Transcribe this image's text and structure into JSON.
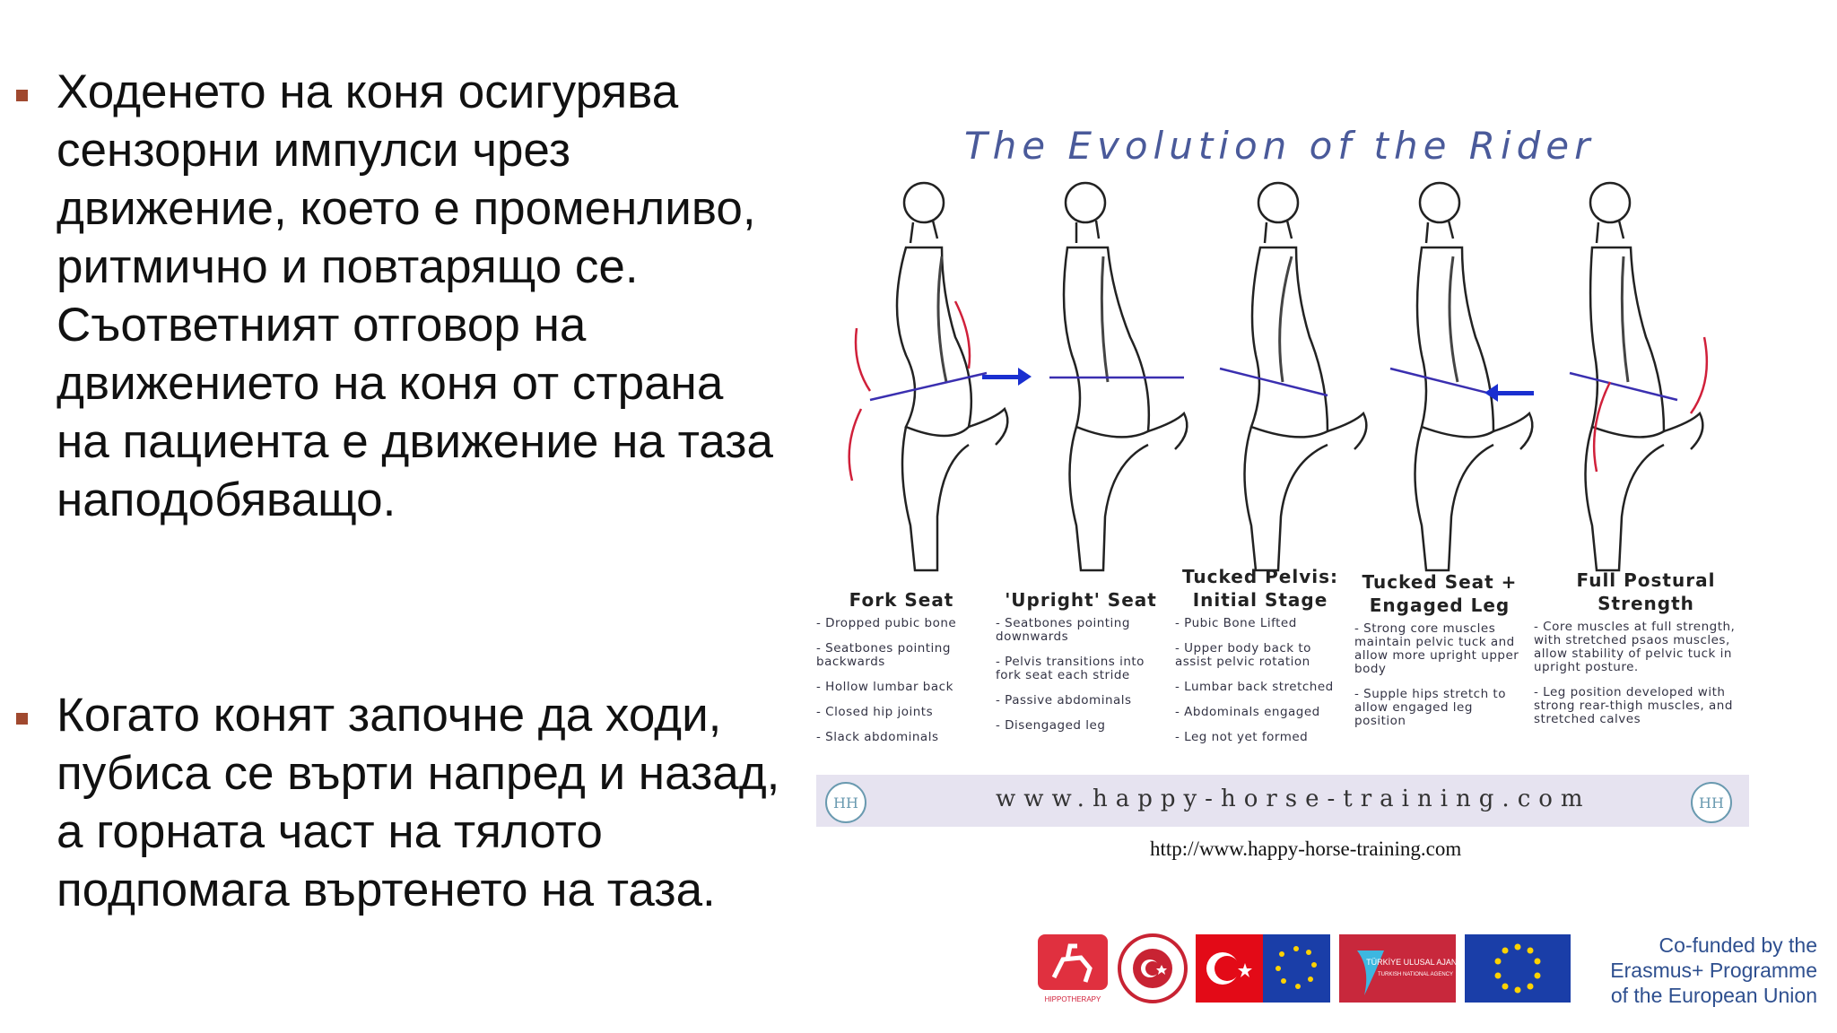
{
  "bullets": [
    {
      "text": "Ходенето на коня осигурява сензорни импулси чрез движение, което е променливо, ритмично и повтарящо се. Съответният отговор на движението на коня от страна на пациента е движение на таза наподобяващо."
    },
    {
      "text": "Когато конят започне да ходи, пубиса се върти напред и назад, а горната част на тялото подпомага въртенето на таза."
    }
  ],
  "figure": {
    "title": "The Evolution of the Rider",
    "columns": [
      {
        "heading": "Fork Seat",
        "items": [
          "- Dropped pubic bone",
          "- Seatbones pointing backwards",
          "- Hollow lumbar back",
          "- Closed hip joints",
          "- Slack abdominals"
        ]
      },
      {
        "heading": "'Upright' Seat",
        "items": [
          "- Seatbones pointing downwards",
          "- Pelvis transitions into fork seat each stride",
          "- Passive abdominals",
          "- Disengaged leg"
        ]
      },
      {
        "heading": "Tucked Pelvis: Initial Stage",
        "items": [
          "- Pubic Bone Lifted",
          "- Upper body back to assist pelvic rotation",
          "- Lumbar back stretched",
          "- Abdominals engaged",
          "- Leg not yet formed"
        ]
      },
      {
        "heading": "Tucked Seat + Engaged Leg",
        "items": [
          "- Strong core muscles maintain pelvic tuck and allow more upright upper body",
          "- Supple hips stretch to allow engaged leg position"
        ]
      },
      {
        "heading": "Full Postural Strength",
        "items": [
          "- Core muscles at full strength, with stretched psaos muscles, allow stability of pelvic tuck in upright posture.",
          "- Leg position developed with strong rear-thigh muscles, and stretched calves"
        ]
      }
    ],
    "website": "www.happy-horse-training.com",
    "logo_text": "HH"
  },
  "source_url": "http://www.happy-horse-training.com",
  "logos": {
    "hippo_label": "HIPPOTHERAPY",
    "agency_label": "TÜRKİYE ULUSAL AJANSI",
    "agency_sub": "TURKISH NATIONAL AGENCY"
  },
  "cofunded": [
    "Co-funded by the",
    "Erasmus+ Programme",
    "of the European Union"
  ],
  "colors": {
    "bullet": "#a0492f",
    "title": "#4a5a9a",
    "arrow": "#1a2fd0",
    "muscle": "#d0203a",
    "cofund": "#2e4f8f"
  }
}
